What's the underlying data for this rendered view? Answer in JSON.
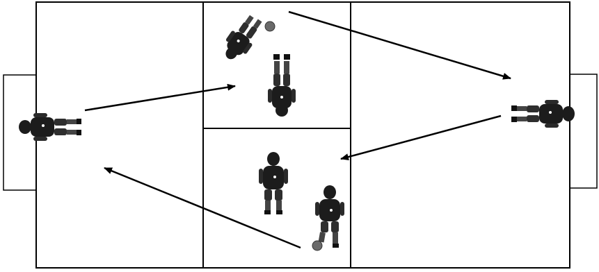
{
  "diagram": {
    "colors": {
      "background": "#ffffff",
      "line": "#000000",
      "player_dark": "#1c1c1c",
      "player_mid": "#3a3a3a",
      "ball": "#6a6a6a"
    },
    "players": [
      {
        "id": "left-goalkeeper",
        "icon": "player-lying-icon"
      },
      {
        "id": "top-left-player-with-ball",
        "icon": "player-dribbling-icon"
      },
      {
        "id": "top-center-player",
        "icon": "player-standing-icon"
      },
      {
        "id": "right-goalkeeper",
        "icon": "player-lying-icon"
      },
      {
        "id": "bottom-left-player",
        "icon": "player-standing-icon"
      },
      {
        "id": "bottom-right-player-with-ball",
        "icon": "player-dribbling-icon"
      }
    ],
    "arrows": [
      {
        "id": "pass-left-gk-to-top-zone"
      },
      {
        "id": "pass-top-zone-to-right-gk"
      },
      {
        "id": "pass-right-gk-to-bottom-zone"
      },
      {
        "id": "pass-bottom-zone-to-left-area"
      }
    ]
  }
}
